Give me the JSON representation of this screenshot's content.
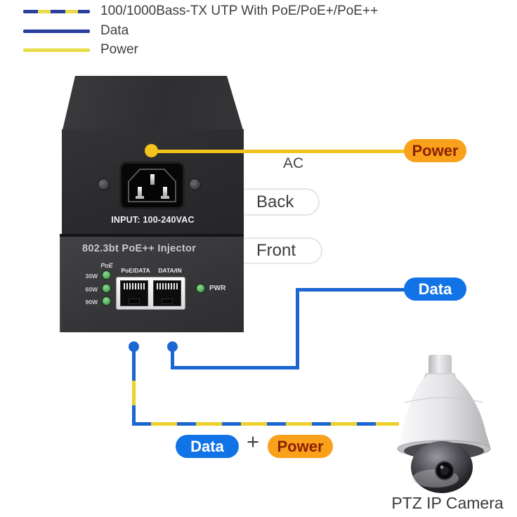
{
  "legend": {
    "items": [
      {
        "label": "100/1000Bass-TX UTP With PoE/PoE+/PoE++",
        "style": "dashed-blue-yellow-line"
      },
      {
        "label": "Data",
        "style": "solid-blue-line"
      },
      {
        "label": "Power",
        "style": "solid-yellow-line"
      }
    ]
  },
  "device": {
    "back": {
      "input_label": "INPUT: 100-240VAC"
    },
    "front": {
      "title": "802.3bt PoE++ Injector",
      "poe_leds": {
        "header": "PoE",
        "levels": [
          "30W",
          "60W",
          "90W"
        ]
      },
      "ports": {
        "left": "PoE/DATA",
        "right": "DATA/IN"
      },
      "power_led": "PWR"
    }
  },
  "callouts": {
    "power_top": "Power",
    "ac": "AC",
    "back": "Back",
    "front": "Front",
    "data_right": "Data",
    "data_bottom": "Data",
    "plus": "+",
    "power_bottom": "Power",
    "camera_label": "PTZ IP Camera"
  },
  "colors": {
    "badge_blue": "#1273e6",
    "badge_orange": "#f9a11b",
    "badge_orange_text": "#8b2104",
    "line_blue": "#1b66d2",
    "line_yellow_power": "#f2c31d",
    "line_yellow_combined": "#eed02c",
    "legend_blue": "#2b3f9e",
    "legend_yellow": "#e9dc49",
    "led_green": "#3f9e46"
  }
}
